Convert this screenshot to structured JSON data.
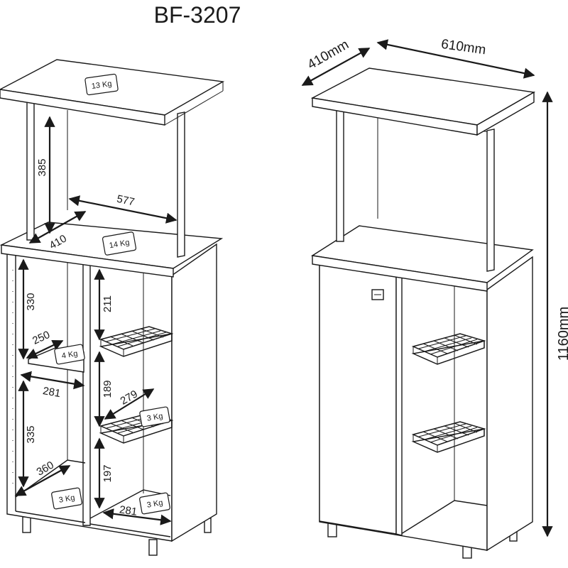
{
  "title": "BF-3207",
  "left_view": {
    "weights": {
      "top": "13 Kg",
      "middle": "14 Kg",
      "left_shelf": "4 Kg",
      "wire_rack": "3 Kg",
      "bottom_left": "3 Kg",
      "bottom_right": "3 Kg"
    },
    "dims": {
      "upper_height": "385",
      "upper_width": "577",
      "upper_depth": "410",
      "left_upper_height": "330",
      "left_shelf_depth": "250",
      "left_width": "281",
      "left_lower_height": "335",
      "left_bottom_depth": "360",
      "right_top_height": "211",
      "right_mid_height": "189",
      "rack_depth": "279",
      "right_bottom_height": "197",
      "right_width": "281"
    }
  },
  "right_view": {
    "dims": {
      "depth": "410mm",
      "width": "610mm",
      "height": "1160mm"
    }
  },
  "colors": {
    "line": "#1a1a1a",
    "background": "#ffffff"
  }
}
